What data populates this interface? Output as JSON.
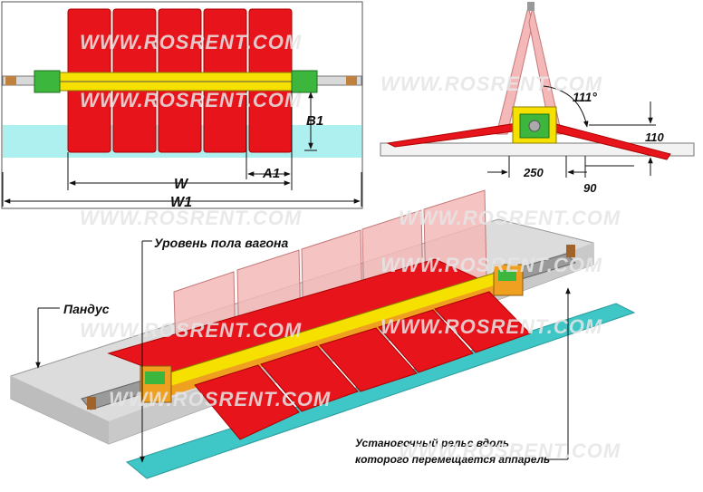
{
  "watermark": "WWW.ROSRENT.COM",
  "top_view": {
    "dim_W": "W",
    "dim_W1": "W1",
    "dim_A1": "A1",
    "dim_B1": "B1"
  },
  "side_view": {
    "angle": "111°",
    "dim_110": "110",
    "dim_250": "250",
    "dim_90": "90"
  },
  "perspective": {
    "floor_level_label": "Уровень пола вагона",
    "ramp_label": "Пандус",
    "rail_label_line1": "Установочный рельс вдоль",
    "rail_label_line2": "которого перемещается аппарель"
  },
  "colors": {
    "red": "#e8141b",
    "yellow": "#f5e000",
    "green": "#3cb63c",
    "cyan": "#aef0f0",
    "teal": "#3fc6c6",
    "pink": "#f4b8b8",
    "orange": "#f0a020",
    "gray": "#c8c8c8"
  }
}
